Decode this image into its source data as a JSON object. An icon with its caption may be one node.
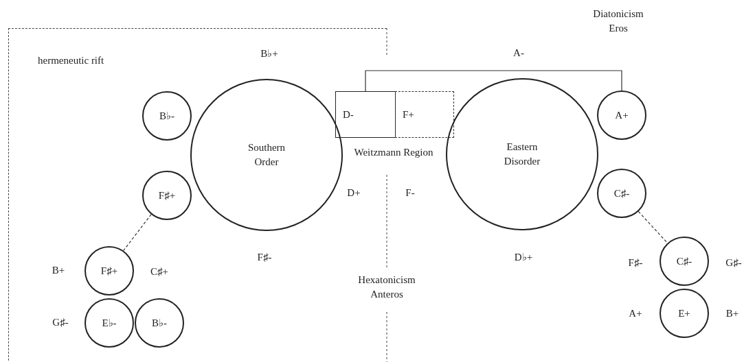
{
  "diagram": {
    "nodes": [
      {
        "text": [
          "hermeneutic rift"
        ]
      },
      {
        "text": [
          "B♭-"
        ],
        "in": 0
      },
      {
        "text": [
          "Southern Order"
        ],
        "in": 0
      },
      {
        "text": [
          "F♯+"
        ],
        "in": 0
      },
      {
        "text": [
          "F♯+"
        ],
        "in": 0
      },
      {
        "text": [
          "E♭-"
        ],
        "in": 0
      },
      {
        "text": [
          "B♭-"
        ],
        "in": 0
      },
      {
        "text": [
          "D-"
        ]
      },
      {
        "text": [
          "F+"
        ]
      },
      {
        "text": [
          "Eastern Disorder"
        ]
      },
      {
        "text": [
          "A+"
        ]
      },
      {
        "text": [
          "C♯-"
        ]
      },
      {
        "text": [
          "C♯-"
        ]
      },
      {
        "text": [
          "E+"
        ]
      }
    ],
    "edges": [
      {
        "from": 3,
        "to": 4,
        "arrow": "none",
        "style": "dashed"
      },
      {
        "from": 11,
        "to": 12,
        "arrow": "none",
        "style": "dashed"
      },
      {
        "from": 7,
        "to": 10,
        "arrow": "none",
        "label": "A-"
      }
    ],
    "labels": [
      "Diatonicism Eros",
      "B♭+",
      "Weitzmann Region",
      "D+",
      "F-",
      "F♯-",
      "D♭+",
      "F♯-",
      "G♯-",
      "B+",
      "C♯+",
      "Hexatonicism Anteros",
      "A+",
      "B+",
      "G♯-"
    ]
  }
}
